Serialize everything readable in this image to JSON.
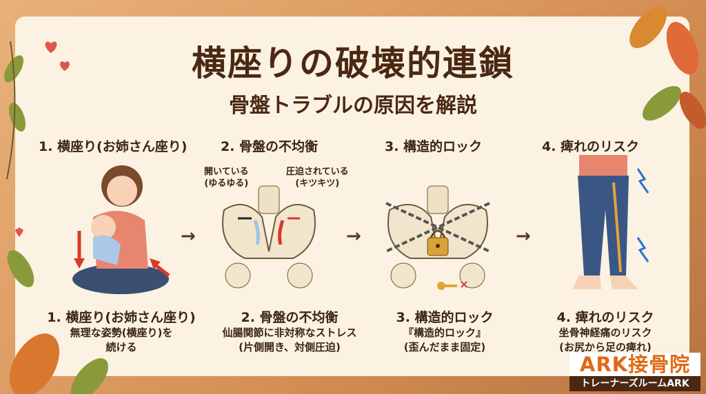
{
  "title": "横座りの破壊的連鎖",
  "subtitle": "骨盤トラブルの原因を解説",
  "steps": [
    {
      "label": "1. 横座り(お姉さん座り)",
      "caption_title": "1. 横座り(お姉さん座り)",
      "caption_lines": [
        "無理な姿勢(横座り)を",
        "続ける"
      ]
    },
    {
      "label": "2. 骨盤の不均衡",
      "caption_title": "2. 骨盤の不均衡",
      "caption_lines": [
        "仙腸関節に非対称なストレス",
        "(片側開き、対側圧迫)"
      ]
    },
    {
      "label": "3. 構造的ロック",
      "caption_title": "3. 構造的ロック",
      "caption_lines": [
        "『構造的ロック』",
        "(歪んだまま固定)"
      ]
    },
    {
      "label": "4. 痺れのリスク",
      "caption_title": "4. 痺れのリスク",
      "caption_lines": [
        "坐骨神経痛のリスク",
        "(お尻から足の痺れ)"
      ]
    }
  ],
  "pelvis_labels": {
    "open": [
      "開いている",
      "(ゆるゆる)"
    ],
    "compressed": [
      "圧迫されている",
      "(キツキツ)"
    ]
  },
  "arrow_icon": "→",
  "logo": {
    "main": "ARK接骨院",
    "sub": "トレーナーズルームARK"
  },
  "colors": {
    "title": "#4a2812",
    "accent": "#e06a14",
    "card": "#fbf2e3",
    "alert": "#d93a2b"
  }
}
